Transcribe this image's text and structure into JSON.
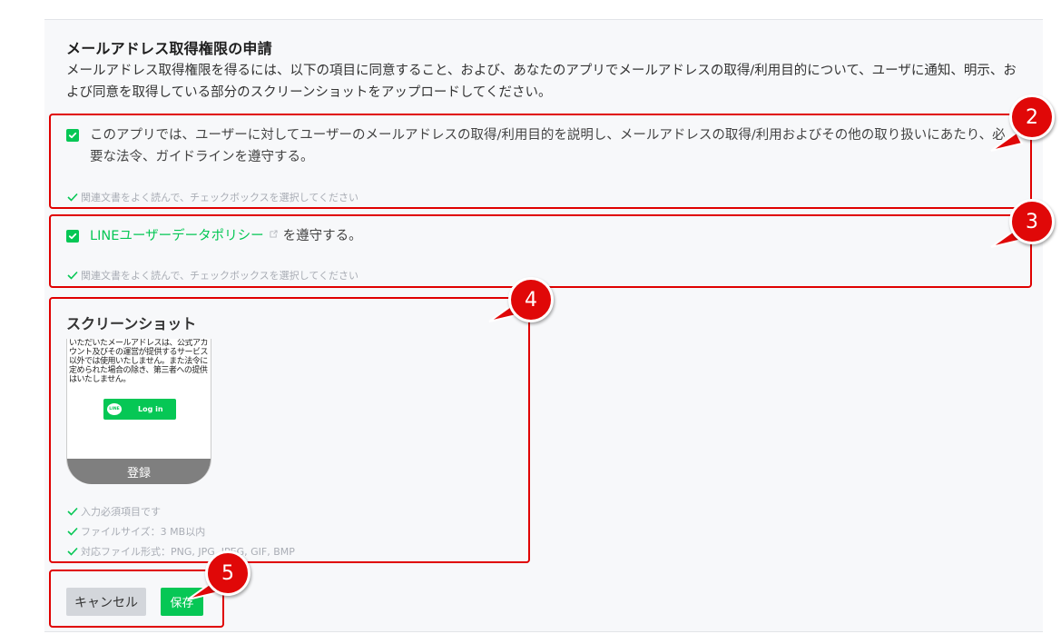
{
  "section": {
    "title": "メールアドレス取得権限の申請",
    "description": "メールアドレス取得権限を得るには、以下の項目に同意すること、および、あなたのアプリでメールアドレスの取得/利用目的について、ユーザに通知、明示、および同意を取得している部分のスクリーンショットをアップロードしてください。"
  },
  "agreements": [
    {
      "checked": true,
      "text": "このアプリでは、ユーザーに対してユーザーのメールアドレスの取得/利用目的を説明し、メールアドレスの取得/利用およびその他の取り扱いにあたり、必要な法令、ガイドラインを遵守する。",
      "hint": "関連文書をよく読んで、チェックボックスを選択してください"
    },
    {
      "checked": true,
      "link_text": "LINEユーザーデータポリシー",
      "suffix": "を遵守する。",
      "hint": "関連文書をよく読んで、チェックボックスを選択してください"
    }
  ],
  "screenshot": {
    "title": "スクリーンショット",
    "preview_text": "いただいたメールアドレスは、公式アカウント及びその運営が提供するサービス以外では使用いたしません。また法令に定められた場合の除き、第三者への提供はいたしません。",
    "preview_login_logo": "LINE",
    "preview_login_label": "Log in",
    "preview_bar_label": "登録",
    "rules": [
      "入力必須項目です",
      "ファイルサイズ：3 MB以内",
      "対応ファイル形式：PNG, JPG, JPEG, GIF, BMP"
    ]
  },
  "actions": {
    "cancel_label": "キャンセル",
    "save_label": "保存"
  },
  "annotations": {
    "badges": [
      "2",
      "3",
      "4",
      "5"
    ],
    "color": "#e00808"
  },
  "colors": {
    "accent": "#06c755",
    "panel_bg": "#f7f8fa",
    "hint": "#a9adb5"
  }
}
